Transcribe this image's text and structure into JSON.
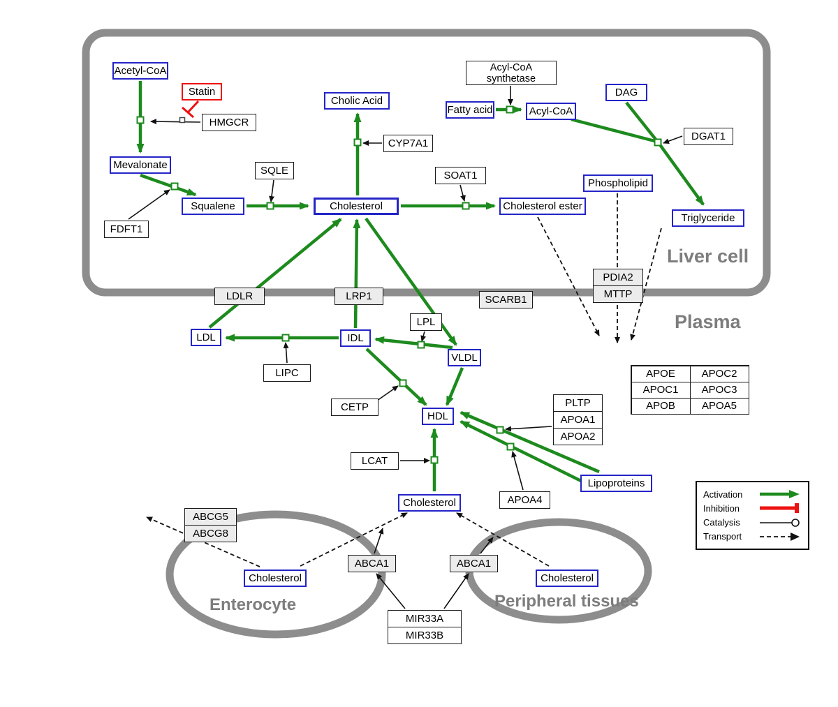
{
  "regions": {
    "liver_cell": "Liver cell",
    "plasma": "Plasma",
    "enterocyte": "Enterocyte",
    "peripheral_tissues": "Peripheral tissues"
  },
  "metabolites": {
    "acetyl_coa": "Acetyl-CoA",
    "mevalonate": "Mevalonate",
    "squalene": "Squalene",
    "cholesterol_liver": "Cholesterol",
    "cholic_acid": "Cholic Acid",
    "cholesterol_ester": "Cholesterol ester",
    "fatty_acid": "Fatty acid",
    "acyl_coa": "Acyl-CoA",
    "dag": "DAG",
    "phospholipid": "Phospholipid",
    "triglyceride": "Triglyceride",
    "ldl": "LDL",
    "idl": "IDL",
    "vldl": "VLDL",
    "hdl": "HDL",
    "cholesterol_plasma": "Cholesterol",
    "lipoproteins": "Lipoproteins",
    "cholesterol_enterocyte": "Cholesterol",
    "cholesterol_peripheral": "Cholesterol"
  },
  "drugs": {
    "statin": "Statin"
  },
  "enzymes": {
    "hmgcr": "HMGCR",
    "sqle": "SQLE",
    "fdft1": "FDFT1",
    "cyp7a1": "CYP7A1",
    "soat1": "SOAT1",
    "acyl_coa_synthetase": "Acyl-CoA synthetase",
    "dgat1": "DGAT1",
    "pdia2": "PDIA2",
    "mttp": "MTTP",
    "ldlr": "LDLR",
    "lrp1": "LRP1",
    "scarb1": "SCARB1",
    "lpl": "LPL",
    "lipc": "LIPC",
    "cetp": "CETP",
    "lcat": "LCAT",
    "pltp": "PLTP",
    "apoa1": "APOA1",
    "apoa2": "APOA2",
    "apoa4": "APOA4",
    "abcg5": "ABCG5",
    "abcg8": "ABCG8",
    "abca1_enterocyte": "ABCA1",
    "abca1_peripheral": "ABCA1",
    "mir33a": "MIR33A",
    "mir33b": "MIR33B"
  },
  "apolipoprotein_table": {
    "rows": [
      [
        "APOE",
        "APOC2"
      ],
      [
        "APOC1",
        "APOC3"
      ],
      [
        "APOB",
        "APOA5"
      ]
    ]
  },
  "legend": {
    "activation": "Activation",
    "inhibition": "Inhibition",
    "catalysis": "Catalysis",
    "transport": "Transport"
  },
  "colors": {
    "activation_green": "#1d8a1d",
    "inhibition_red": "#ee1111",
    "metabolite_blue": "#2424c8",
    "membrane_gray": "#8d8d8d",
    "region_label_gray": "#7d7d7d"
  }
}
